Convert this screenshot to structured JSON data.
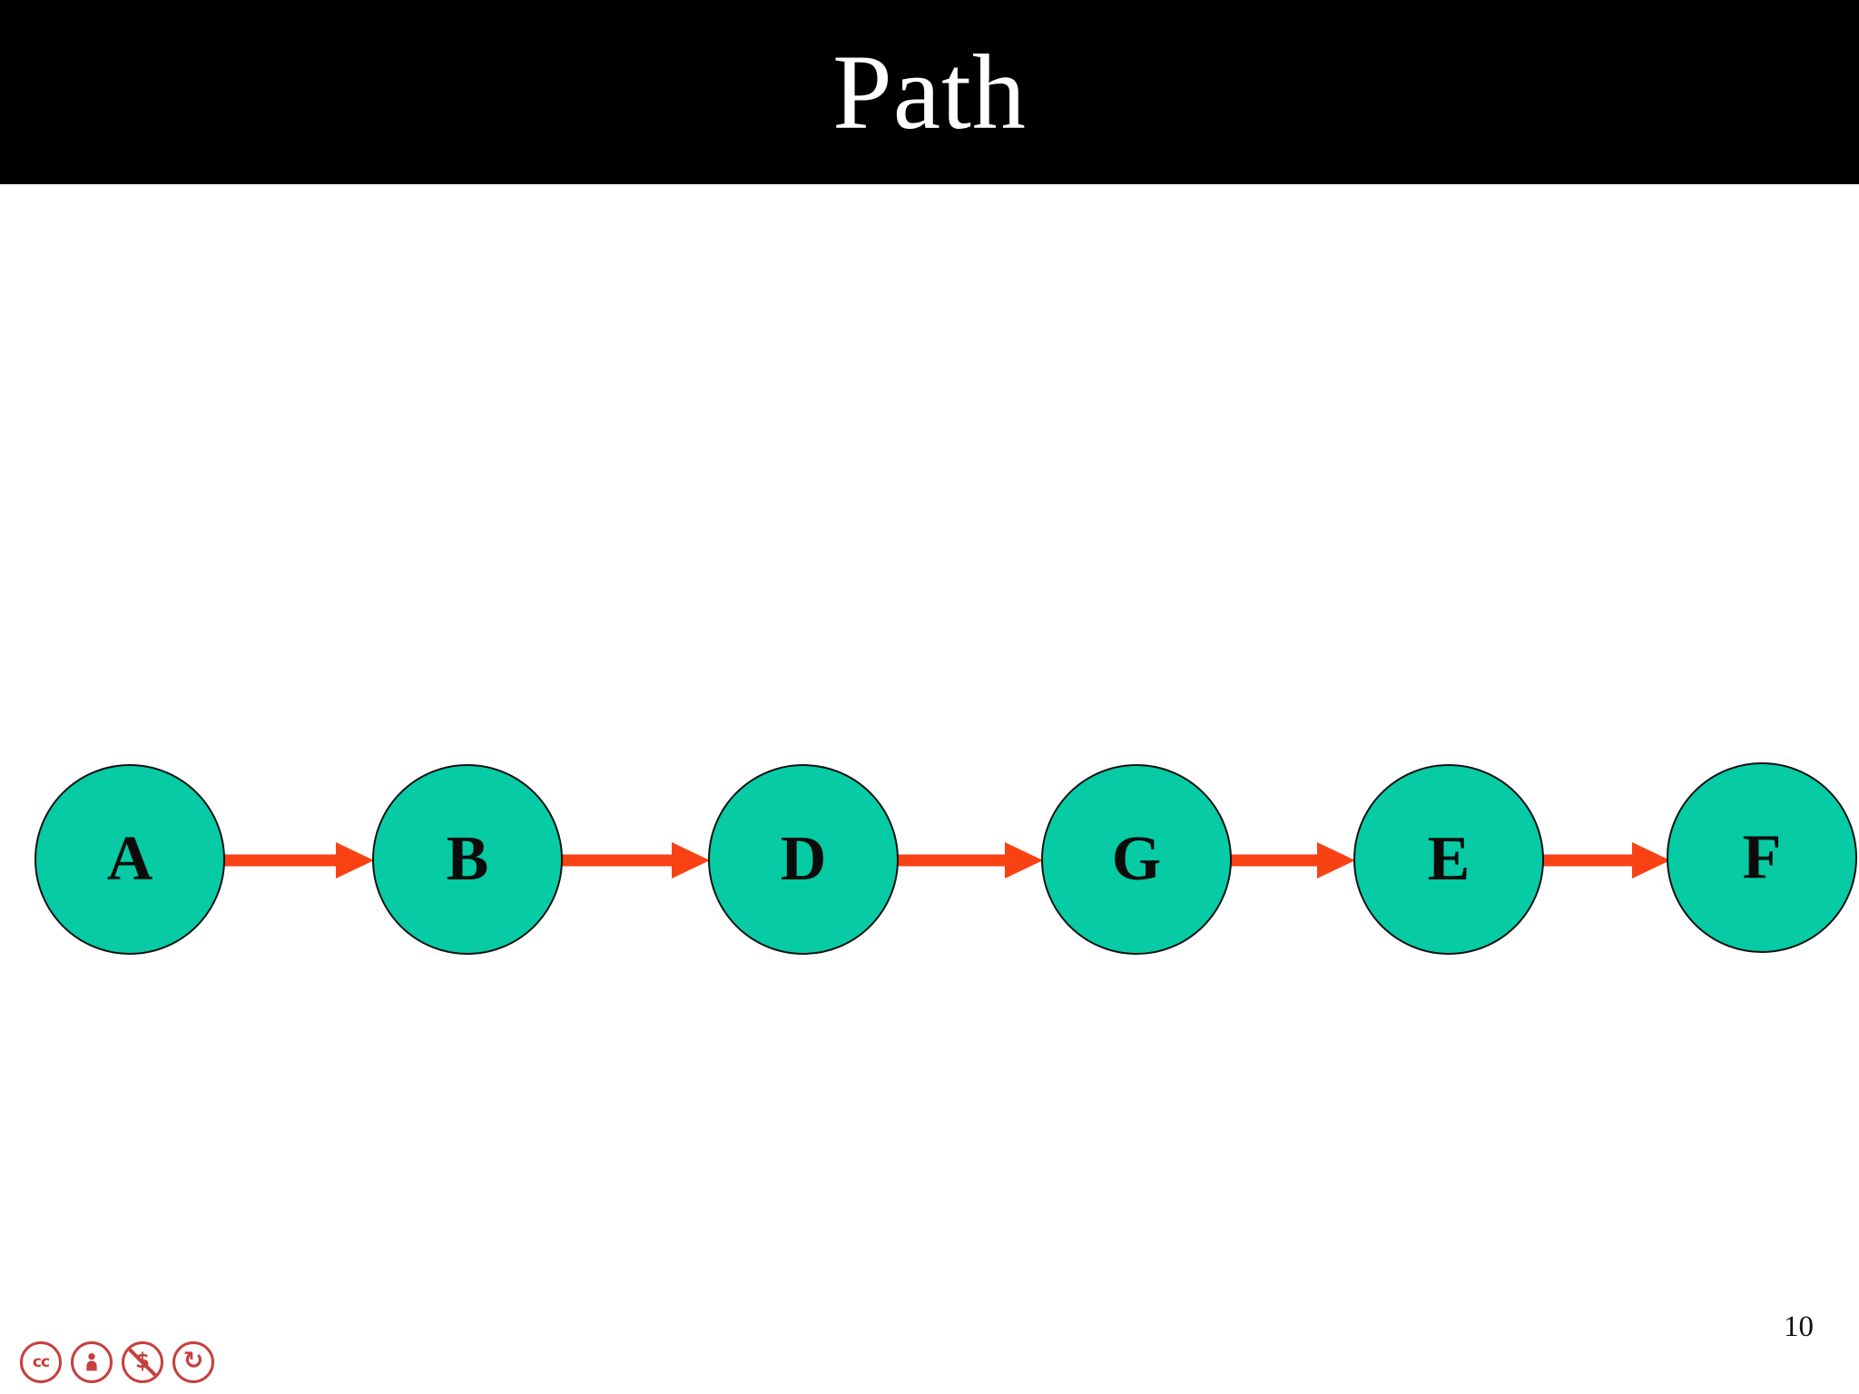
{
  "slide": {
    "title": "Path",
    "page_number": "10"
  },
  "graph": {
    "type": "directed-path",
    "nodes": [
      {
        "id": "A",
        "label": "A"
      },
      {
        "id": "B",
        "label": "B"
      },
      {
        "id": "D",
        "label": "D"
      },
      {
        "id": "G",
        "label": "G"
      },
      {
        "id": "E",
        "label": "E"
      },
      {
        "id": "F",
        "label": "F"
      }
    ],
    "edges": [
      {
        "from": "A",
        "to": "B"
      },
      {
        "from": "B",
        "to": "D"
      },
      {
        "from": "D",
        "to": "G"
      },
      {
        "from": "G",
        "to": "E"
      },
      {
        "from": "E",
        "to": "F"
      }
    ]
  },
  "footer": {
    "icons": [
      {
        "name": "cc-icon",
        "glyph": "cc"
      },
      {
        "name": "by-person-icon",
        "glyph": "person"
      },
      {
        "name": "nc-dollar-icon",
        "glyph": "$"
      },
      {
        "name": "sa-arrow-icon",
        "glyph": "↻"
      }
    ]
  },
  "colors": {
    "banner_bg": "#000000",
    "title_text": "#ffffff",
    "node_fill": "#06cba4",
    "node_border": "#111111",
    "label_text": "#0b0b0b",
    "arrow": "#f94214",
    "icon": "#c5403c",
    "page_text": "#111111"
  }
}
